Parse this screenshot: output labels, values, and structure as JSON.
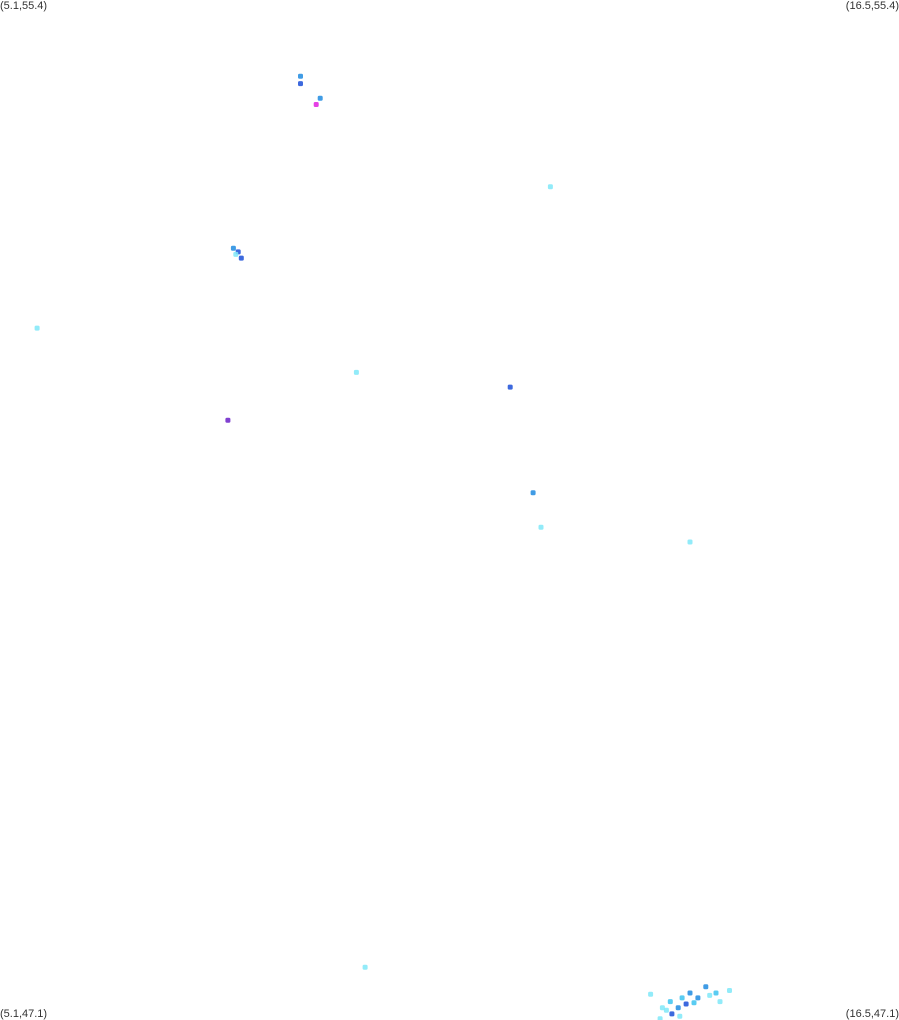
{
  "corners": {
    "top_left": "(5.1,55.4)",
    "top_right": "(16.5,55.4)",
    "bottom_left": "(5.1,47.1)",
    "bottom_right": "(16.5,47.1)"
  },
  "bounds": {
    "lon_min": 5.1,
    "lon_max": 16.5,
    "lat_min": 47.1,
    "lat_max": 55.4
  },
  "colors": {
    "cyan": "#7fe8f8",
    "sky": "#3cc3f0",
    "azure": "#1e8be0",
    "blue": "#1b4fd8",
    "violet": "#6a1fc8",
    "magenta": "#e01ee0"
  },
  "points": [
    {
      "lon": 8.91,
      "lat": 54.78,
      "color": "azure"
    },
    {
      "lon": 8.91,
      "lat": 54.72,
      "color": "blue"
    },
    {
      "lon": 9.16,
      "lat": 54.6,
      "color": "azure"
    },
    {
      "lon": 9.11,
      "lat": 54.55,
      "color": "magenta"
    },
    {
      "lon": 12.08,
      "lat": 53.88,
      "color": "cyan"
    },
    {
      "lon": 8.06,
      "lat": 53.38,
      "color": "azure"
    },
    {
      "lon": 8.12,
      "lat": 53.35,
      "color": "blue"
    },
    {
      "lon": 8.09,
      "lat": 53.33,
      "color": "cyan"
    },
    {
      "lon": 8.16,
      "lat": 53.3,
      "color": "blue"
    },
    {
      "lon": 5.57,
      "lat": 52.73,
      "color": "cyan"
    },
    {
      "lon": 9.62,
      "lat": 52.37,
      "color": "cyan"
    },
    {
      "lon": 11.57,
      "lat": 52.25,
      "color": "blue"
    },
    {
      "lon": 7.99,
      "lat": 51.98,
      "color": "violet"
    },
    {
      "lon": 11.86,
      "lat": 51.39,
      "color": "azure"
    },
    {
      "lon": 11.96,
      "lat": 51.11,
      "color": "cyan"
    },
    {
      "lon": 13.85,
      "lat": 50.99,
      "color": "cyan"
    },
    {
      "lon": 9.73,
      "lat": 47.53,
      "color": "cyan"
    },
    {
      "lon": 13.35,
      "lat": 47.31,
      "color": "cyan"
    },
    {
      "lon": 13.6,
      "lat": 47.25,
      "color": "sky"
    },
    {
      "lon": 13.7,
      "lat": 47.2,
      "color": "azure"
    },
    {
      "lon": 13.75,
      "lat": 47.28,
      "color": "sky"
    },
    {
      "lon": 13.9,
      "lat": 47.24,
      "color": "sky"
    },
    {
      "lon": 14.05,
      "lat": 47.37,
      "color": "azure"
    },
    {
      "lon": 14.18,
      "lat": 47.32,
      "color": "sky"
    },
    {
      "lon": 13.85,
      "lat": 47.32,
      "color": "azure"
    },
    {
      "lon": 13.55,
      "lat": 47.18,
      "color": "cyan"
    },
    {
      "lon": 13.62,
      "lat": 47.15,
      "color": "blue"
    },
    {
      "lon": 13.95,
      "lat": 47.28,
      "color": "azure"
    },
    {
      "lon": 14.23,
      "lat": 47.25,
      "color": "cyan"
    },
    {
      "lon": 14.35,
      "lat": 47.34,
      "color": "cyan"
    },
    {
      "lon": 14.1,
      "lat": 47.3,
      "color": "cyan"
    },
    {
      "lon": 13.5,
      "lat": 47.2,
      "color": "cyan"
    },
    {
      "lon": 13.8,
      "lat": 47.23,
      "color": "blue"
    },
    {
      "lon": 13.47,
      "lat": 47.11,
      "color": "cyan"
    },
    {
      "lon": 13.72,
      "lat": 47.13,
      "color": "cyan"
    }
  ]
}
